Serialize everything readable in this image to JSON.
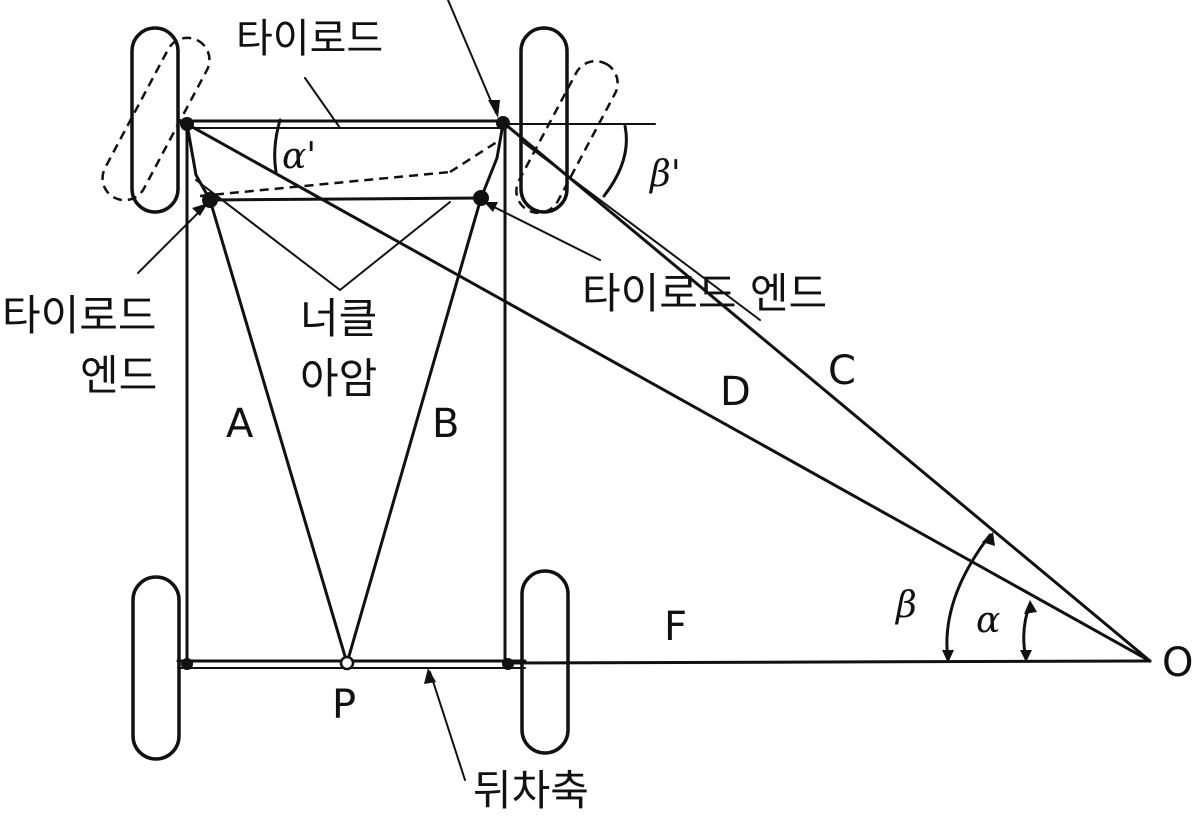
{
  "labels": {
    "tie_rod_top": "타이로드",
    "tie_rod_end_left_1": "타이로드",
    "tie_rod_end_left_2": "엔드",
    "knuckle_arm_1": "너클",
    "knuckle_arm_2": "아암",
    "tie_rod_end_right": "타이로드 엔드",
    "rear_axle": "뒤차축",
    "A": "A",
    "B": "B",
    "C": "C",
    "D": "D",
    "F": "F",
    "P": "P",
    "O": "O",
    "alpha": "α",
    "beta": "β",
    "alpha_prime": "α'",
    "beta_prime": "β'"
  },
  "colors": {
    "ink": "#111111",
    "paper": "#ffffff"
  }
}
